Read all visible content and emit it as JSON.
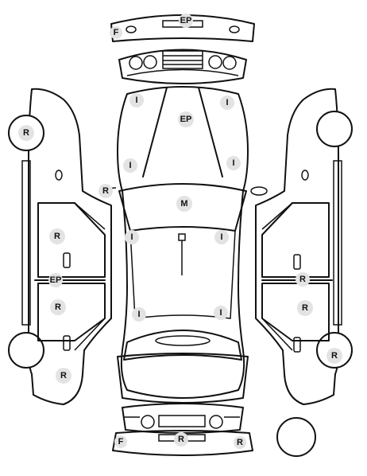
{
  "markers": {
    "front_bumper_ep": "EP",
    "front_bumper_left_f": "F",
    "left_front_wheel_r": "R",
    "left_front_door_r": "R",
    "left_sill_ep": "EP",
    "left_rear_door_r": "R",
    "left_rear_quarter_r": "R",
    "left_mirror_r": "R",
    "hood_left_i": "I",
    "hood_right_i": "I",
    "hood_ep": "EP",
    "hood_lower_left_i": "I",
    "hood_lower_right_i": "I",
    "windshield_m": "M",
    "roof_left_i": "I",
    "roof_right_i": "I",
    "rear_left_i": "I",
    "rear_right_i": "I",
    "right_sill_r": "R",
    "right_rear_door_r": "R",
    "right_rear_wheel_r": "R",
    "rear_bumper_left_f": "F",
    "rear_bumper_center_r": "R",
    "rear_bumper_right_r": "R"
  }
}
